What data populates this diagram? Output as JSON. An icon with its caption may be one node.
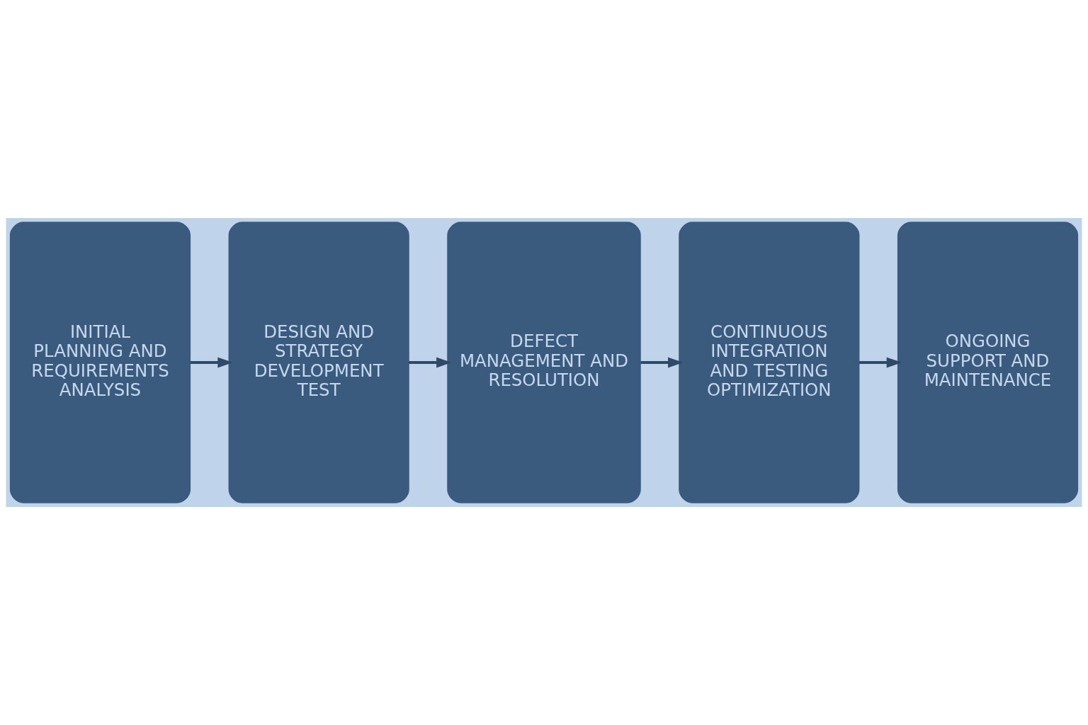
{
  "diagram": {
    "nodes": [
      {
        "text": [
          "INITIAL PLANNING AND REQUIREMENTS ANALYSIS"
        ]
      },
      {
        "text": [
          "DESIGN AND STRATEGY DEVELOPMENT TEST"
        ]
      },
      {
        "text": [
          "DEFECT MANAGEMENT AND RESOLUTION"
        ]
      },
      {
        "text": [
          "CONTINUOUS INTEGRATION AND TESTING OPTIMIZATION"
        ]
      },
      {
        "text": [
          "ONGOING SUPPORT AND MAINTENANCE"
        ]
      }
    ],
    "edges": [
      {
        "from": 0,
        "to": 1,
        "arrow": "to"
      },
      {
        "from": 1,
        "to": 2,
        "arrow": "to"
      },
      {
        "from": 2,
        "to": 3,
        "arrow": "to"
      },
      {
        "from": 3,
        "to": 4,
        "arrow": "to"
      }
    ]
  }
}
